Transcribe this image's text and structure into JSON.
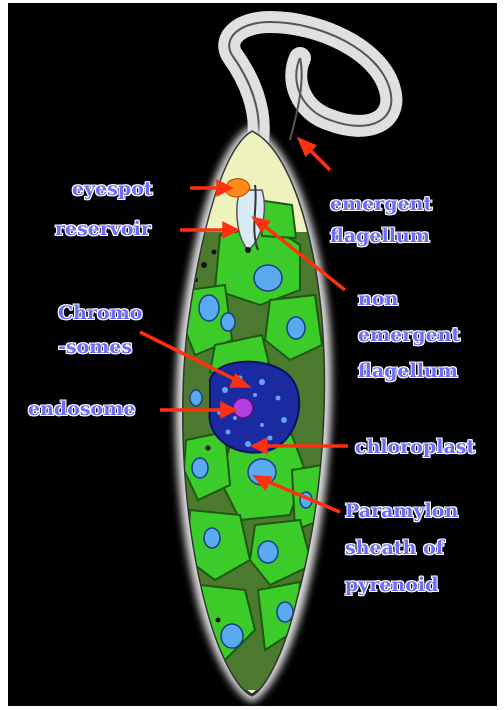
{
  "labels": {
    "eyespot": "eyespot",
    "reservoir": "reservoir",
    "emergent_flagellum_1": "emergent",
    "emergent_flagellum_2": "flagellum",
    "non_emergent_1": "non",
    "non_emergent_2": "emergent",
    "non_emergent_3": "flagellum",
    "chromosomes_1": "Chromo",
    "chromosomes_2": "-somes",
    "endosome": "endosome",
    "chloroplast": "chloroplast",
    "paramylon_1": "Paramylon",
    "paramylon_2": "sheath of",
    "paramylon_3": "pyrenoid"
  },
  "colors": {
    "background": "#000000",
    "label_text": "#6c6cff",
    "arrow": "#ff3010",
    "cell_body": "#f2f6c0",
    "chloroplast": "#3ccc2a",
    "pyrenoid": "#5aaaf0",
    "nucleus": "#1a2aa0",
    "endosome": "#b040e0",
    "eyespot": "#ff8a1a"
  }
}
